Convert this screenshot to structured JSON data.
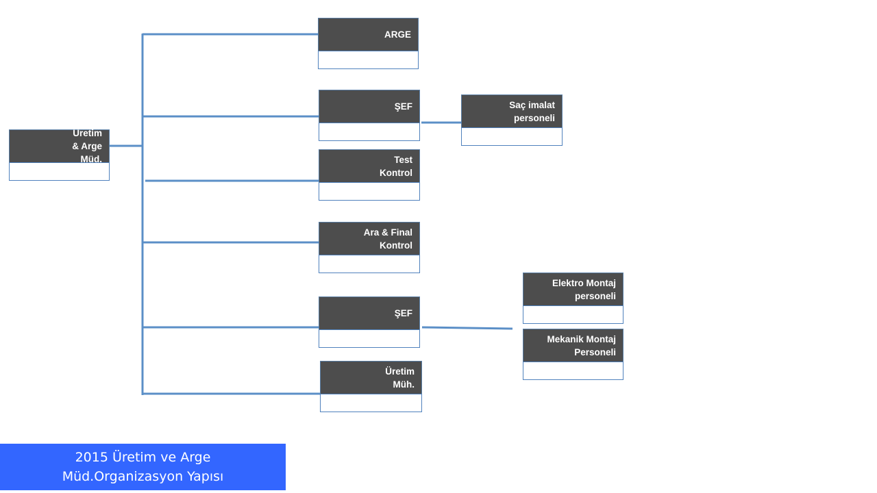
{
  "title": {
    "line1": "2015 Üretim ve Arge",
    "line2": "Müd.Organizasyon Yapısı"
  },
  "colors": {
    "box_header": "#4d4d4d",
    "connector": "#5b8fc7",
    "banner": "#3366ff"
  },
  "nodes": {
    "root": {
      "lines": [
        "Üretim",
        "& Arge",
        "Müd."
      ]
    },
    "arge": {
      "lines": [
        "ARGE"
      ]
    },
    "sef1": {
      "lines": [
        "ŞEF"
      ]
    },
    "test": {
      "lines": [
        "Test",
        "Kontrol"
      ]
    },
    "ara_final": {
      "lines": [
        "Ara & Final",
        "Kontrol"
      ]
    },
    "sef2": {
      "lines": [
        "ŞEF"
      ]
    },
    "uretim_muh": {
      "lines": [
        "Üretim",
        "Müh."
      ]
    },
    "sac": {
      "lines": [
        "Saç imalat",
        "personeli"
      ]
    },
    "elektro": {
      "lines": [
        "Elektro Montaj",
        "personeli"
      ]
    },
    "mekanik": {
      "lines": [
        "Mekanik Montaj",
        "Personeli"
      ]
    }
  }
}
